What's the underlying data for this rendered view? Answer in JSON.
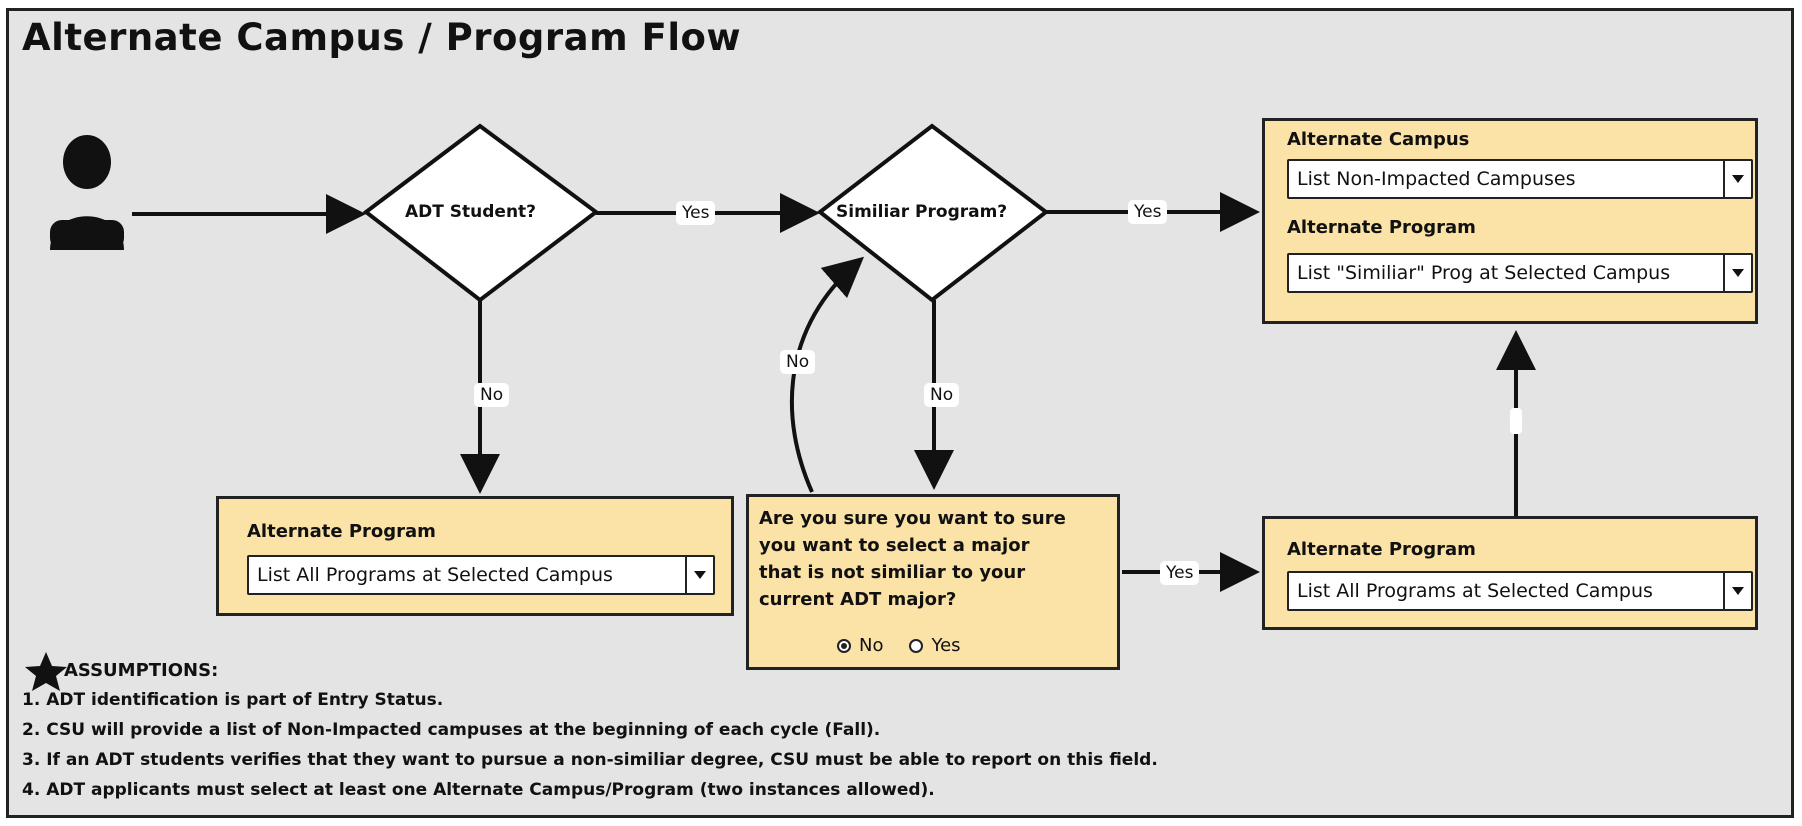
{
  "title": "Alternate Campus / Program Flow",
  "colors": {
    "panel_fill": "#fbe2a6",
    "canvas": "#e4e4e4",
    "ink": "#222222"
  },
  "nodes": {
    "adt_student": "ADT Student?",
    "similar_program": "Similiar Program?"
  },
  "edges": {
    "adt_yes": "Yes",
    "adt_no": "No",
    "similar_yes": "Yes",
    "similar_no": "No",
    "confirm_no": "No",
    "confirm_yes": "Yes"
  },
  "panel_top_right": {
    "campus_title": "Alternate Campus",
    "campus_value": "List Non-Impacted Campuses",
    "program_title": "Alternate Program",
    "program_value": "List \"Similiar\" Prog at Selected Campus"
  },
  "panel_left": {
    "program_title": "Alternate Program",
    "program_value": "List All Programs at Selected Campus"
  },
  "panel_bottom_right": {
    "program_title": "Alternate Program",
    "program_value": "List All Programs at Selected Campus"
  },
  "confirm_panel": {
    "question_line1": "Are you sure you want to sure",
    "question_line2": "you want to select a major",
    "question_line3": "that is not similiar to your",
    "question_line4": "current ADT major?",
    "option_no": "No",
    "option_yes": "Yes",
    "selected": "No"
  },
  "assumptions": {
    "heading": "ASSUMPTIONS:",
    "items": [
      "1. ADT identification is part of Entry Status.",
      "2. CSU will provide a list of Non-Impacted campuses at the beginning of each cycle (Fall).",
      "3. If an ADT students verifies that they want to pursue a non-similiar degree, CSU must be able to report on this field.",
      "4. ADT applicants must select at least one Alternate Campus/Program (two instances allowed)."
    ]
  }
}
